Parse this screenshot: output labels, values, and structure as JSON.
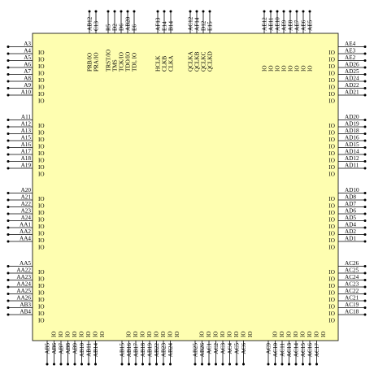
{
  "top": {
    "pins": [
      "AB12",
      "C13",
      "R5",
      "D2",
      "D6",
      "AB20",
      "E6",
      "AF13",
      "E14",
      "B14",
      "AC12",
      "AF14",
      "D12",
      "E15",
      "AE12",
      "AE11",
      "AE10",
      "AE9",
      "AE8",
      "AE7",
      "AE6",
      "AE5"
    ],
    "inner": [
      "PRB/IO",
      "PRA/IO",
      "TRST/IO",
      "TMS",
      "TCK/IO",
      "TDO/IO",
      "TDI, IO",
      "HCLK",
      "CLKB",
      "CLKA",
      "QCLKA",
      "QCLKB",
      "QCLKC",
      "QCLKD",
      "IO",
      "IO",
      "IO",
      "IO",
      "IO",
      "IO",
      "IO",
      "IO"
    ]
  },
  "left": {
    "pins": [
      "A3",
      "A4",
      "A5",
      "A6",
      "A7",
      "A8",
      "A9",
      "A10",
      "A11",
      "A12",
      "A13",
      "A15",
      "A16",
      "A17",
      "A18",
      "A19",
      "A20",
      "A21",
      "A22",
      "A23",
      "A24",
      "AA1",
      "AA2",
      "AA4",
      "AA5",
      "AA22",
      "AA23",
      "AA24",
      "AA25",
      "AA26",
      "AB3",
      "AB4"
    ],
    "inner": [
      "IO",
      "IO",
      "IO",
      "IO",
      "IO",
      "IO",
      "IO",
      "IO",
      "IO",
      "IO",
      "IO",
      "IO",
      "IO",
      "IO",
      "IO",
      "IO",
      "IO",
      "IO",
      "IO",
      "IO",
      "IO",
      "IO",
      "IO",
      "IO",
      "IO",
      "IO",
      "IO",
      "IO",
      "IO",
      "IO",
      "IO",
      "IO"
    ]
  },
  "right": {
    "pins": [
      "AE4",
      "AE3",
      "AE2",
      "AD26",
      "AD25",
      "AD24",
      "AD22",
      "AD21",
      "AD20",
      "AD19",
      "AD18",
      "AD16",
      "AD15",
      "AD14",
      "AD12",
      "AD11",
      "AD10",
      "AD8",
      "AD7",
      "AD6",
      "AD5",
      "AD4",
      "AD2",
      "AD1",
      "AC26",
      "AC25",
      "AC24",
      "AC23",
      "AC22",
      "AC21",
      "AC19",
      "AC18"
    ],
    "inner": [
      "IO",
      "IO",
      "IO",
      "IO",
      "IO",
      "IO",
      "IO",
      "IO",
      "IO",
      "IO",
      "IO",
      "IO",
      "IO",
      "IO",
      "IO",
      "IO",
      "IO",
      "IO",
      "IO",
      "IO",
      "IO",
      "IO",
      "IO",
      "IO",
      "IO",
      "IO",
      "IO",
      "IO",
      "IO",
      "IO",
      "IO",
      "IO"
    ]
  },
  "bottom": {
    "pins": [
      "AB5",
      "AB6",
      "AB7",
      "AB8",
      "AB9",
      "AB10",
      "AB11",
      "AB14",
      "AB15",
      "AB16",
      "AB17",
      "AB18",
      "AB19",
      "AB22",
      "AB23",
      "AB24",
      "AB25",
      "AB26",
      "AC1",
      "AC2",
      "AC3",
      "AC4",
      "AC5",
      "AC6",
      "AC9",
      "AC10",
      "AC11",
      "AC13",
      "AC14",
      "AC15",
      "AC16",
      "AC17"
    ],
    "inner": [
      "IO",
      "IO",
      "IO",
      "IO",
      "IO",
      "IO",
      "IO",
      "IO",
      "IO",
      "IO",
      "IO",
      "IO",
      "IO",
      "IO",
      "IO",
      "IO",
      "IO",
      "IO",
      "IO",
      "IO",
      "IO",
      "IO",
      "IO",
      "IO",
      "IO",
      "IO",
      "IO",
      "IO",
      "IO",
      "IO",
      "IO",
      "IO"
    ]
  },
  "colors": {
    "body_fill": "#fefeb0",
    "stroke": "#000000"
  }
}
